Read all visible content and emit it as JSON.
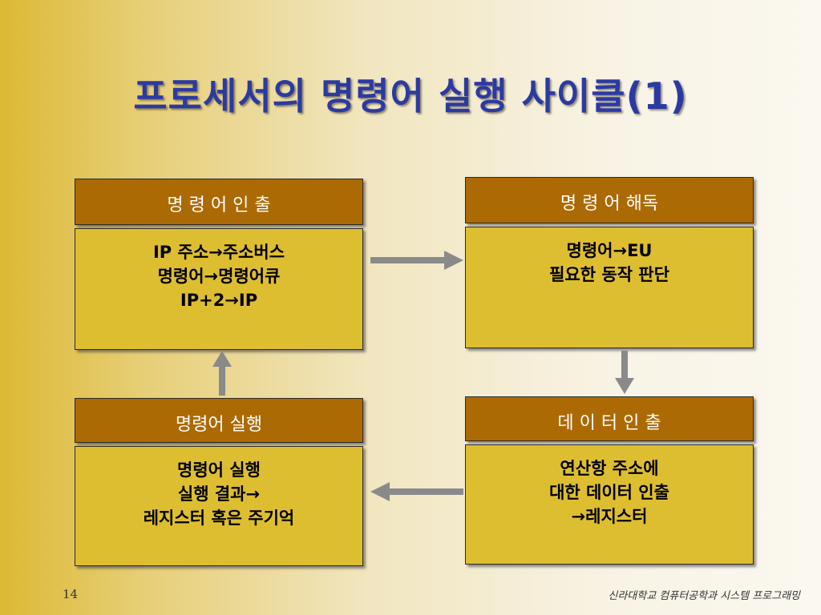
{
  "slide": {
    "title": "프로세서의 명령어 실행 사이클(1)",
    "page_number": "14",
    "footer": "신라대학교 컴퓨터공학과 시스템 프로그래밍"
  },
  "steps": [
    {
      "header": "명 령 어 인 출",
      "lines": [
        "IP 주소→주소버스",
        "명령어→명령어큐",
        "IP+2→IP"
      ]
    },
    {
      "header": "명 령 어 해독",
      "lines": [
        "명령어→EU",
        "필요한 동작 판단"
      ]
    },
    {
      "header": "데 이 터 인 출",
      "lines": [
        "연산항 주소에",
        "대한 데이터 인출",
        "→레지스터"
      ]
    },
    {
      "header": "명령어 실행",
      "lines": [
        "명령어 실행",
        "실행 결과→",
        "레지스터 혹은 주기억"
      ]
    }
  ],
  "colors": {
    "title": "#2b3aa3",
    "header": "#ac6a04",
    "body": "#debe31",
    "arrow": "#8a8a8a"
  }
}
